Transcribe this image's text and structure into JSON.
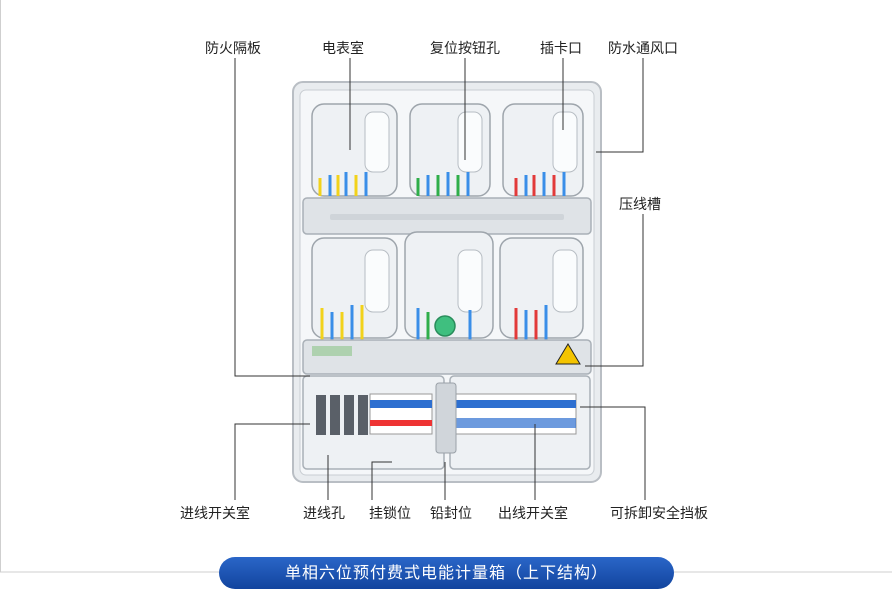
{
  "labels": {
    "fire_partition": "防火隔板",
    "meter_room": "电表室",
    "reset_button_hole": "复位按钮孔",
    "card_slot": "插卡口",
    "waterproof_vent": "防水通风口",
    "wire_trough": "压线槽",
    "incoming_switch_room": "进线开关室",
    "incoming_wire_hole": "进线孔",
    "lock_position": "挂锁位",
    "seal_position": "铅封位",
    "outgoing_switch_room": "出线开关室",
    "removable_safety_baffle": "可拆卸安全挡板"
  },
  "caption": "单相六位预付费式电能计量箱（上下结构）",
  "colors": {
    "wire_yellow": "#f2d21b",
    "wire_blue": "#3a8ee8",
    "wire_green": "#2fae4a",
    "wire_red": "#e23a3a",
    "caption_bg": "#1f58b8"
  }
}
